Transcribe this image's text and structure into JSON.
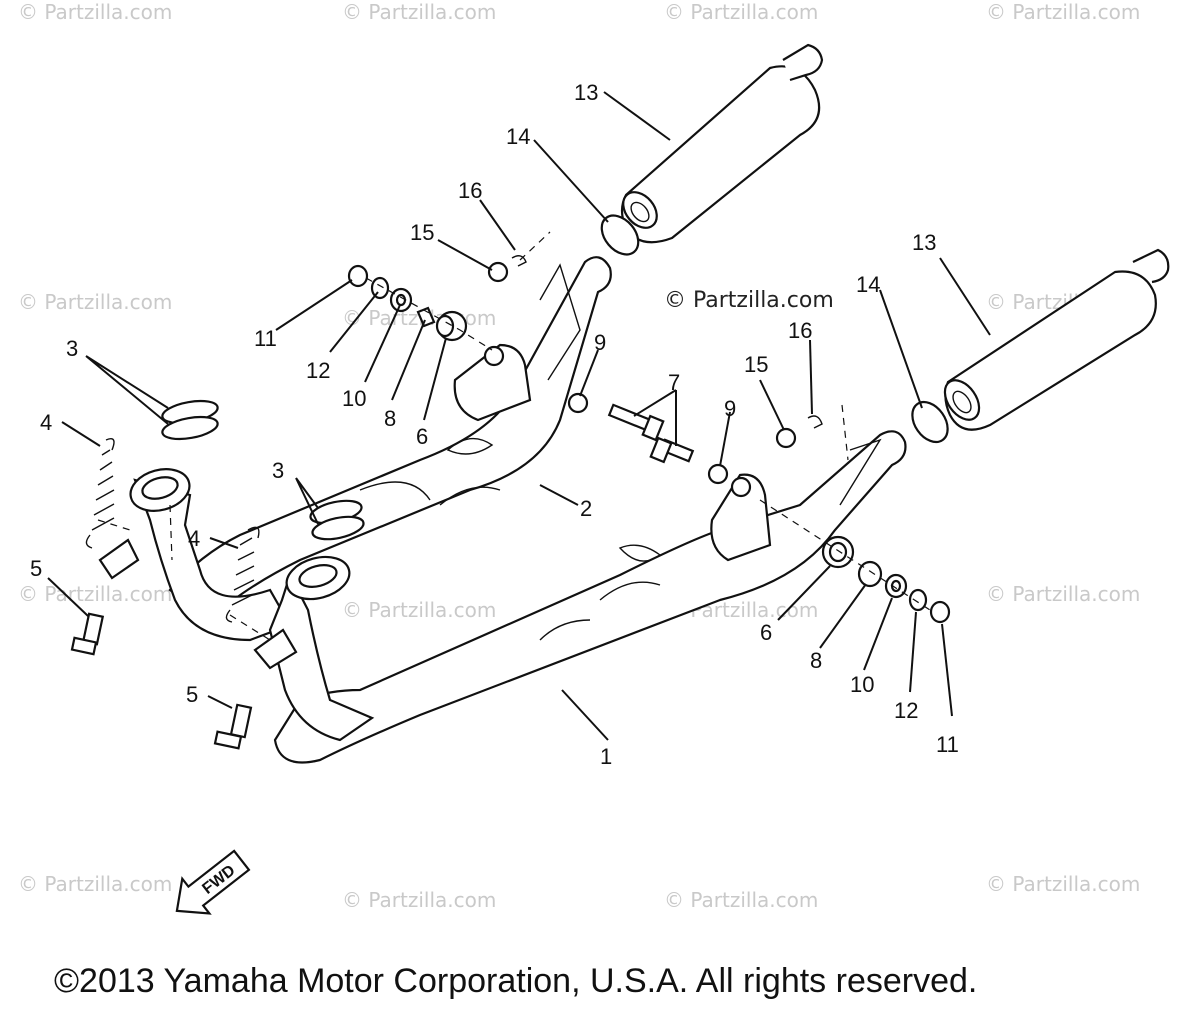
{
  "watermark_text": "© Partzilla.com",
  "center_watermark": "© Partzilla.com",
  "copyright": "©2013 Yamaha Motor Corporation, U.S.A. All rights reserved.",
  "fwd_label": "FWD",
  "callouts": [
    {
      "id": "c13a",
      "label": "13"
    },
    {
      "id": "c14a",
      "label": "14"
    },
    {
      "id": "c16a",
      "label": "16"
    },
    {
      "id": "c15a",
      "label": "15"
    },
    {
      "id": "c11a",
      "label": "11"
    },
    {
      "id": "c12a",
      "label": "12"
    },
    {
      "id": "c10a",
      "label": "10"
    },
    {
      "id": "c8a",
      "label": "8"
    },
    {
      "id": "c6a",
      "label": "6"
    },
    {
      "id": "c9a",
      "label": "9"
    },
    {
      "id": "c3a",
      "label": "3"
    },
    {
      "id": "c4a",
      "label": "4"
    },
    {
      "id": "c5a",
      "label": "5"
    },
    {
      "id": "c2",
      "label": "2"
    },
    {
      "id": "c3b",
      "label": "3"
    },
    {
      "id": "c4b",
      "label": "4"
    },
    {
      "id": "c5b",
      "label": "5"
    },
    {
      "id": "c7",
      "label": "7"
    },
    {
      "id": "c9b",
      "label": "9"
    },
    {
      "id": "c13b",
      "label": "13"
    },
    {
      "id": "c14b",
      "label": "14"
    },
    {
      "id": "c16b",
      "label": "16"
    },
    {
      "id": "c15b",
      "label": "15"
    },
    {
      "id": "c6b",
      "label": "6"
    },
    {
      "id": "c8b",
      "label": "8"
    },
    {
      "id": "c10b",
      "label": "10"
    },
    {
      "id": "c12b",
      "label": "12"
    },
    {
      "id": "c11b",
      "label": "11"
    },
    {
      "id": "c1",
      "label": "1"
    }
  ]
}
